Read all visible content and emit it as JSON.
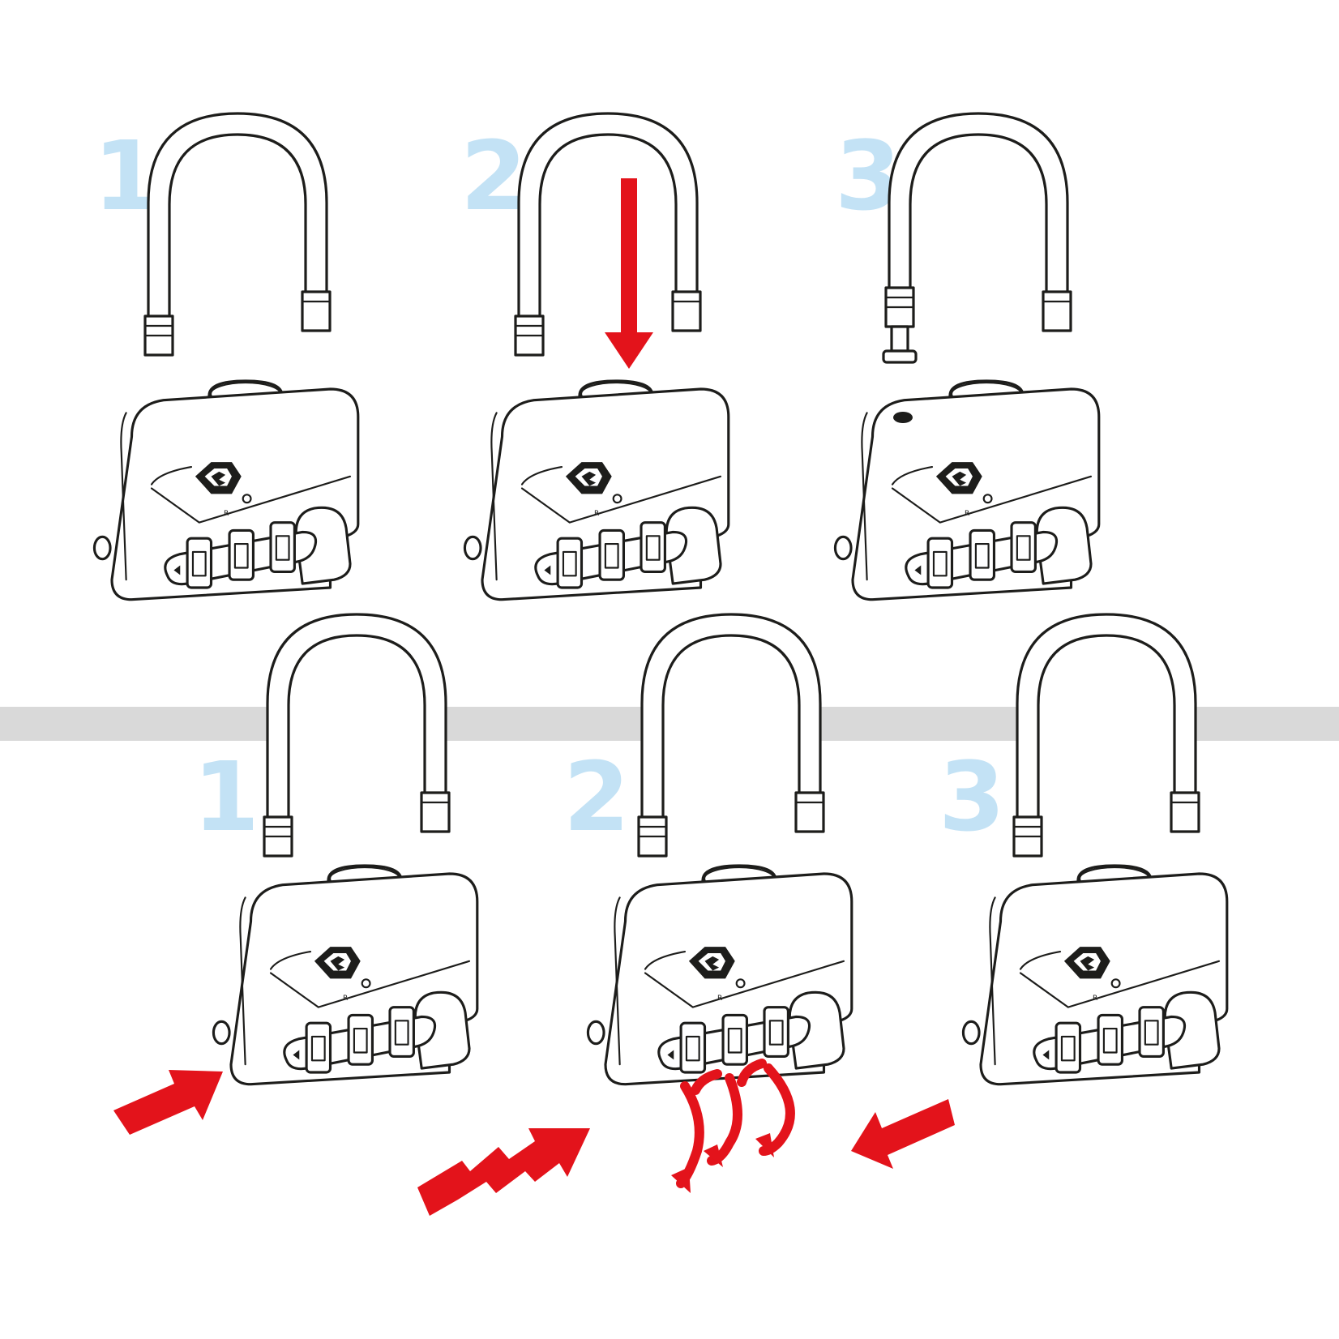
{
  "colors": {
    "step_number": "#c3e2f5",
    "arrow": "#e3131b",
    "divider": "#d9d9d9",
    "ink": "#1d1d1b"
  },
  "icons": [
    "padlock-icon",
    "tsa-logo-icon",
    "registered-mark-icon",
    "arrow-icon",
    "rotate-arrow-icon"
  ],
  "top_row": {
    "steps": [
      {
        "number": "1",
        "action": "none"
      },
      {
        "number": "2",
        "action": "press-top-button"
      },
      {
        "number": "3",
        "action": "shackle-released"
      }
    ]
  },
  "bottom_row": {
    "steps": [
      {
        "number": "1",
        "action": "press-side-button"
      },
      {
        "number": "2",
        "action": "hold-side-button-and-turn-dials"
      },
      {
        "number": "3",
        "action": "release-side-button"
      }
    ]
  },
  "registered_mark": "R"
}
